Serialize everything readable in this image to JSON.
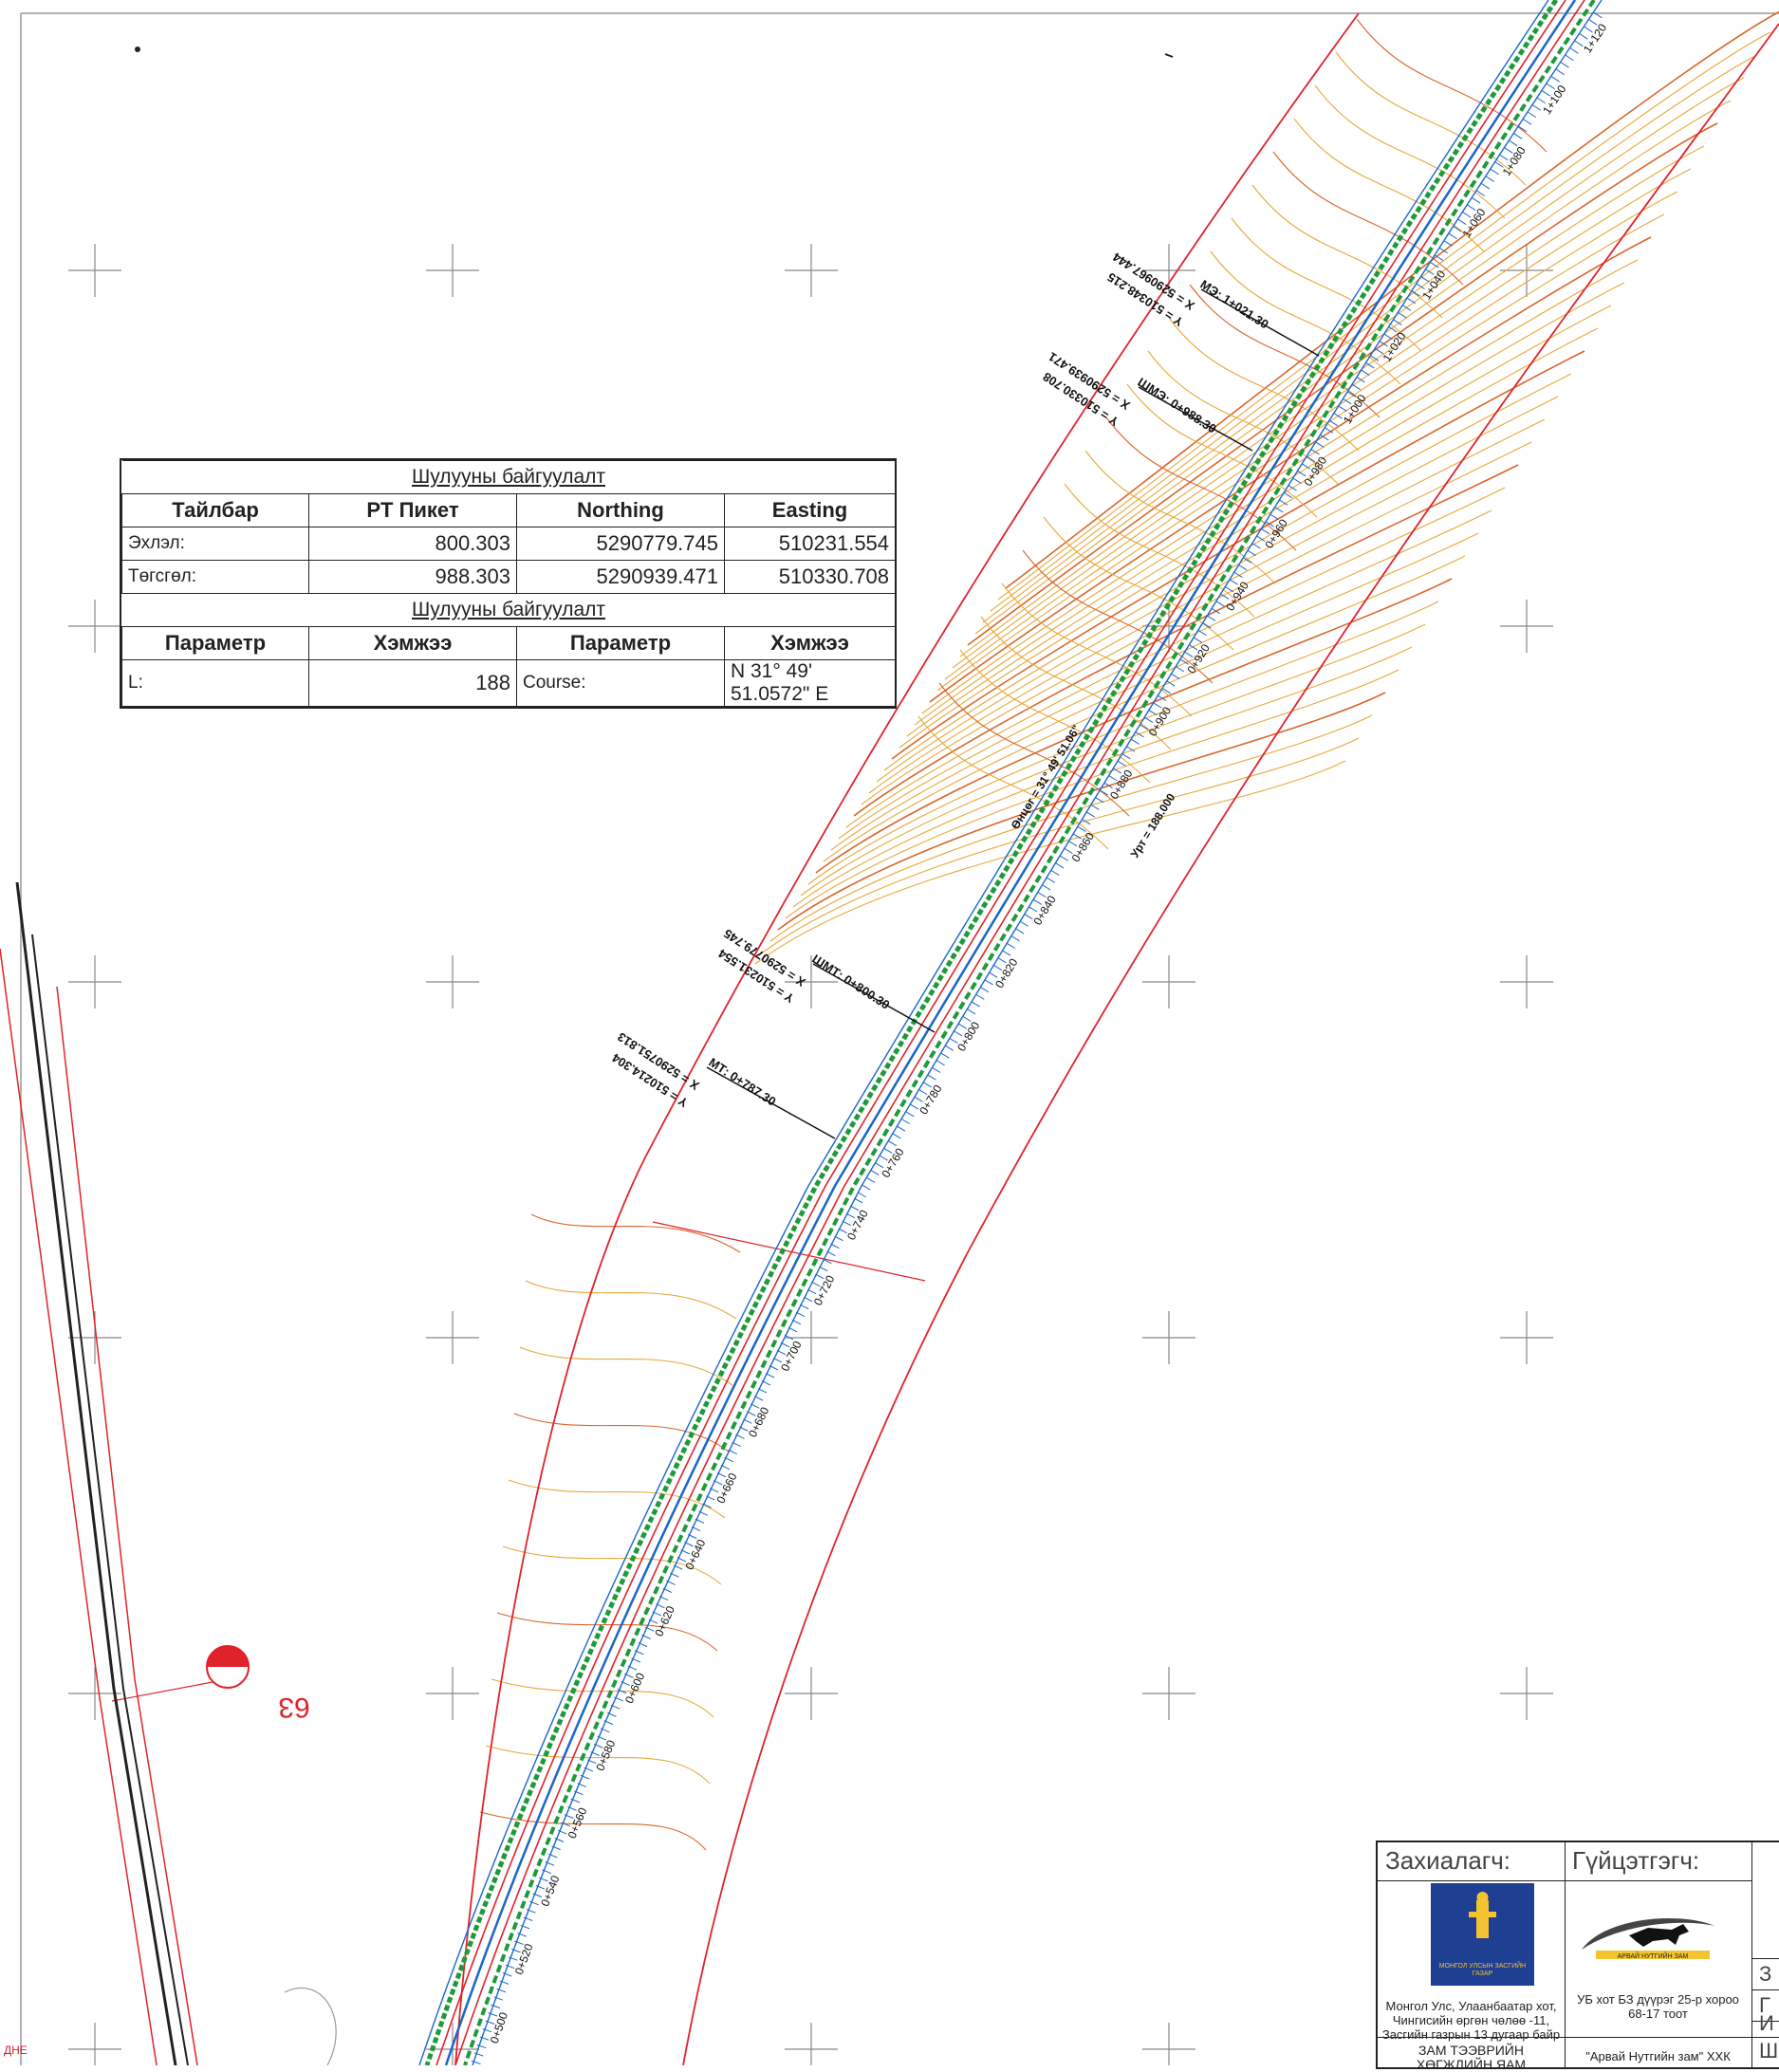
{
  "table": {
    "caption1": "Шулууны байгуулалт",
    "headers1": [
      "Тайлбар",
      "PT Пикет",
      "Northing",
      "Easting"
    ],
    "rows1": [
      [
        "Эхлэл:",
        "800.303",
        "5290779.745",
        "510231.554"
      ],
      [
        "Төгсгөл:",
        "988.303",
        "5290939.471",
        "510330.708"
      ]
    ],
    "caption2": "Шулууны байгуулалт",
    "headers2": [
      "Параметр",
      "Хэмжээ",
      "Параметр",
      "Хэмжээ"
    ],
    "rows2": [
      [
        "L:",
        "188",
        "Course:",
        "N 31° 49' 51.0572\" E"
      ]
    ]
  },
  "stations": [
    "0+500",
    "0+520",
    "0+540",
    "0+560",
    "0+580",
    "0+600",
    "0+620",
    "0+640",
    "0+660",
    "0+680",
    "0+700",
    "0+720",
    "0+740",
    "0+760",
    "0+780",
    "0+800",
    "0+820",
    "0+840",
    "0+860",
    "0+880",
    "0+900",
    "0+920",
    "0+940",
    "0+960",
    "0+980",
    "1+000",
    "1+020",
    "1+040",
    "1+060",
    "1+080",
    "1+100",
    "1+120"
  ],
  "callouts": {
    "mt": {
      "label": "МТ: 0+787.30",
      "x": "X = 5290751.813",
      "y": "Y = 510214.304"
    },
    "shmt": {
      "label": "ШМТ: 0+800.30",
      "x": "X = 5290779.745",
      "y": "Y = 510231.554"
    },
    "shmt2": {
      "label": "ШМЭ: 0+988.30",
      "x": "X = 5290939.471",
      "y": "Y = 510330.708"
    },
    "me": {
      "label": "МЭ: 1+021.30",
      "x": "X = 5290967.444",
      "y": "Y = 510348.215"
    },
    "bearing": "Өнцөг = 31° 49' 51.06\"",
    "length": "Урт = 188.000"
  },
  "marker_label": "63",
  "edge_label": "ДНЕ",
  "title_block": {
    "client_header": "Захиалагч:",
    "contractor_header": "Гүйцэтгэгч:",
    "client_logo_text": "МОНГОЛ УЛСЫН ЗАСГИЙН ГАЗАР",
    "contractor_logo_text": "АРВАЙ НУТГИЙН ЗАМ",
    "client_address": "Монгол Улс, Улаанбаатар хот, Чингисийн өргөн чөлөө -11, Засгийн газрын 13 дугаар байр",
    "contractor_address": "УБ хот БЗ дүүрэг 25-р хороо 68-17 тоот",
    "client_name": "ЗАМ ТЭЭВРИЙН ХӨГЖЛИЙН ЯАМ",
    "contractor_name": "\"Арвай Нутгийн зам\" ХХК",
    "side_letters": [
      "З",
      "Г",
      "И",
      "Ш"
    ]
  },
  "colors": {
    "alignment": "#1a66cc",
    "edge": "#e0232b",
    "shoulder": "#1e9a3a",
    "contour_major": "#d9662b",
    "contour_minor": "#e8a83a",
    "boundary": "#e0232b",
    "grid": "#888888"
  }
}
